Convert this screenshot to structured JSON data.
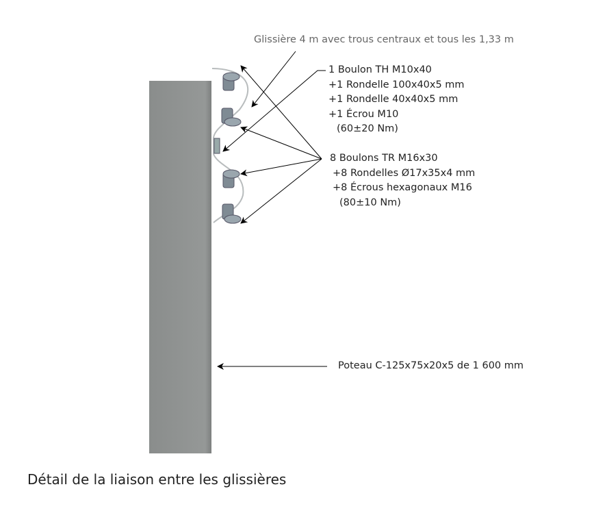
{
  "labels": {
    "glissiere": "Glissière 4 m avec trous centraux et tous les 1,33 m",
    "boulon_th": [
      "1 Boulon TH M10x40",
      "+1 Rondelle 100x40x5 mm",
      "+1 Rondelle 40x40x5 mm",
      "+1 Écrou M10",
      "(60±20 Nm)"
    ],
    "boulons_tr": [
      "8 Boulons TR M16x30",
      "+8 Rondelles Ø17x35x4 mm",
      "+8 Écrous hexagonaux M16",
      "(80±10 Nm)"
    ],
    "poteau": "Poteau C-125x75x20x5 de 1 600 mm"
  },
  "caption": "Détail de la liaison entre les glissières",
  "colors": {
    "post": "#8e9190",
    "text": "#222222",
    "rail": "#b8bcbd"
  }
}
